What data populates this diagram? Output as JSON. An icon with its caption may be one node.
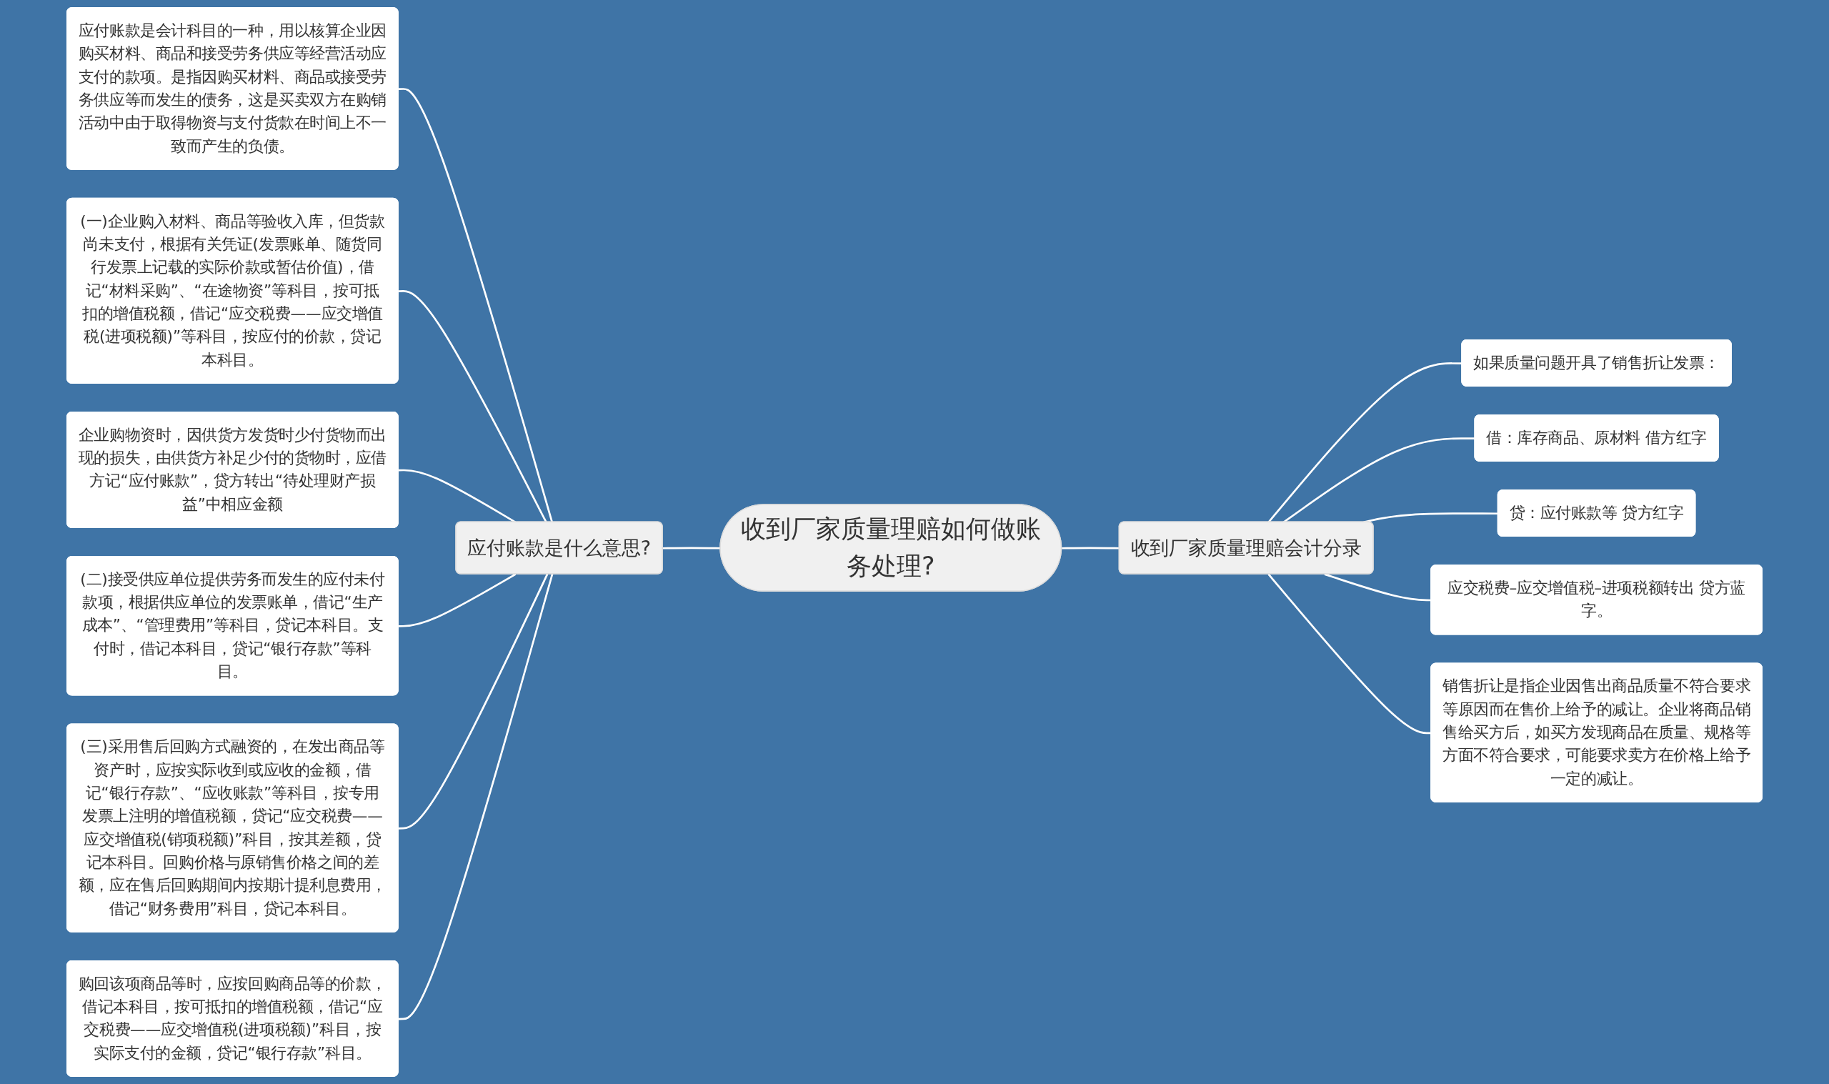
{
  "diagram": {
    "nodes": [
      {
        "text": [
          "收到厂家质量理赔如何做账务处理?"
        ]
      },
      {
        "text": [
          "应付账款是什么意思?"
        ]
      },
      {
        "text": [
          "应付账款是会计科目的一种，用以核算企业因购买材料、商品和接受劳务供应等经营活动应支付的款项。是指因购买材料、商品或接受劳务供应等而发生的债务，这是买卖双方在购销活动中由于取得物资与支付货款在时间上不一致而产生的负债。"
        ]
      },
      {
        "text": [
          "(一)企业购入材料、商品等验收入库，但货款尚未支付，根据有关凭证(发票账单、随货同行发票上记载的实际价款或暂估价值)，借记“材料采购”、“在途物资”等科目，按可抵扣的增值税额，借记“应交税费——应交增值税(进项税额)”等科目，按应付的价款，贷记本科目。"
        ]
      },
      {
        "text": [
          "企业购物资时，因供货方发货时少付货物而出现的损失，由供货方补足少付的货物时，应借方记“应付账款”，贷方转出“待处理财产损益”中相应金额"
        ]
      },
      {
        "text": [
          "(二)接受供应单位提供劳务而发生的应付未付款项，根据供应单位的发票账单，借记“生产成本”、“管理费用”等科目，贷记本科目。支付时，借记本科目，贷记“银行存款”等科目。"
        ]
      },
      {
        "text": [
          "(三)采用售后回购方式融资的，在发出商品等资产时，应按实际收到或应收的金额，借记“银行存款”、“应收账款”等科目，按专用发票上注明的增值税额，贷记“应交税费——应交增值税(销项税额)”科目，按其差额，贷记本科目。回购价格与原销售价格之间的差额，应在售后回购期间内按期计提利息费用，借记“财务费用”科目，贷记本科目。"
        ]
      },
      {
        "text": [
          "购回该项商品等时，应按回购商品等的价款，借记本科目，按可抵扣的增值税额，借记“应交税费——应交增值税(进项税额)”科目，按实际支付的金额，贷记“银行存款”科目。"
        ]
      },
      {
        "text": [
          "收到厂家质量理赔会计分录"
        ]
      },
      {
        "text": [
          "如果质量问题开具了销售折让发票："
        ]
      },
      {
        "text": [
          "借：库存商品、原材料 借方红字"
        ]
      },
      {
        "text": [
          "贷：应付账款等 贷方红字"
        ]
      },
      {
        "text": [
          "应交税费–应交增值税–进项税额转出 贷方蓝字。"
        ]
      },
      {
        "text": [
          "销售折让是指企业因售出商品质量不符合要求等原因而在售价上给予的减让。企业将商品销售给买方后，如买方发现商品在质量、规格等方面不符合要求，可能要求卖方在价格上给予一定的减让。"
        ]
      }
    ],
    "edges": [
      {
        "from": 1,
        "to": 0,
        "arrow": "none"
      },
      {
        "from": 2,
        "to": 1,
        "arrow": "none"
      },
      {
        "from": 3,
        "to": 1,
        "arrow": "none"
      },
      {
        "from": 4,
        "to": 1,
        "arrow": "none"
      },
      {
        "from": 5,
        "to": 1,
        "arrow": "none"
      },
      {
        "from": 6,
        "to": 1,
        "arrow": "none"
      },
      {
        "from": 7,
        "to": 1,
        "arrow": "none"
      },
      {
        "from": 0,
        "to": 8,
        "arrow": "none"
      },
      {
        "from": 8,
        "to": 9,
        "arrow": "none"
      },
      {
        "from": 8,
        "to": 10,
        "arrow": "none"
      },
      {
        "from": 8,
        "to": 11,
        "arrow": "none"
      },
      {
        "from": 8,
        "to": 12,
        "arrow": "none"
      },
      {
        "from": 8,
        "to": 13,
        "arrow": "none"
      }
    ]
  }
}
